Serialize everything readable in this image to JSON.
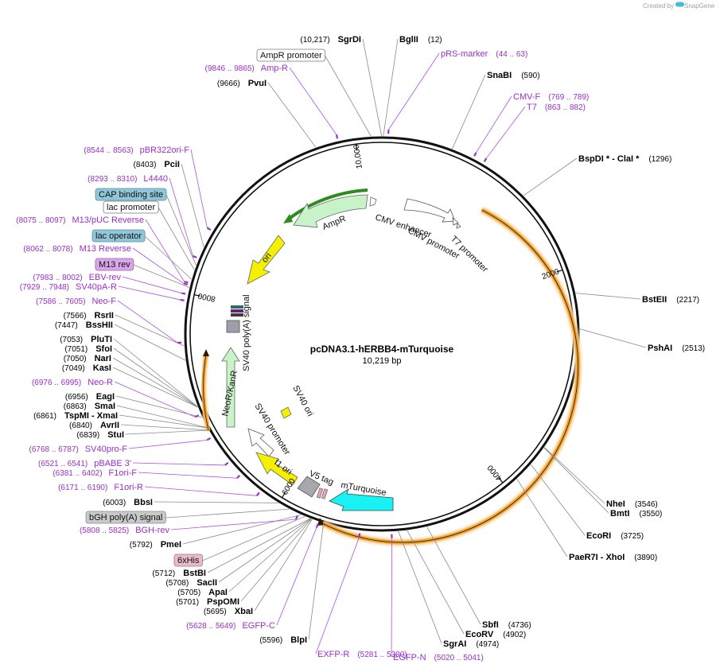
{
  "brand": {
    "created_by": "Created by",
    "name": "SnapGene"
  },
  "plasmid": {
    "name": "pcDNA3.1-hERBB4-mTurquoise",
    "size_label": "10,219 bp",
    "length": 10219
  },
  "ticks": [
    {
      "pos": 2000,
      "label": "2000"
    },
    {
      "pos": 4000,
      "label": "4000"
    },
    {
      "pos": 6000,
      "label": "6000"
    },
    {
      "pos": 8000,
      "label": "8000"
    },
    {
      "pos": 10000,
      "label": "10,000"
    }
  ],
  "sites": [
    {
      "name": "SgrDI",
      "pos": "(10,217)",
      "at": 10217
    },
    {
      "name": "BglII",
      "pos": "(12)",
      "at": 12
    },
    {
      "name": "PvuI",
      "pos": "(9666)",
      "at": 9666
    },
    {
      "name": "SnaBI",
      "pos": "(590)",
      "at": 590
    },
    {
      "name": "BspDI * - ClaI *",
      "pos": "(1296)",
      "at": 1296
    },
    {
      "name": "BstEII",
      "pos": "(2217)",
      "at": 2217
    },
    {
      "name": "PshAI",
      "pos": "(2513)",
      "at": 2513
    },
    {
      "name": "NheI",
      "pos": "(3546)",
      "at": 3546
    },
    {
      "name": "BmtI",
      "pos": "(3550)",
      "at": 3550
    },
    {
      "name": "EcoRI",
      "pos": "(3725)",
      "at": 3725
    },
    {
      "name": "PaeR7I - XhoI",
      "pos": "(3890)",
      "at": 3890
    },
    {
      "name": "SbfI",
      "pos": "(4736)",
      "at": 4736
    },
    {
      "name": "EcoRV",
      "pos": "(4902)",
      "at": 4902
    },
    {
      "name": "SgrAI",
      "pos": "(4974)",
      "at": 4974
    },
    {
      "name": "BlpI",
      "pos": "(5596)",
      "at": 5596
    },
    {
      "name": "XbaI",
      "pos": "(5695)",
      "at": 5695
    },
    {
      "name": "PspOMI",
      "pos": "(5701)",
      "at": 5701
    },
    {
      "name": "ApaI",
      "pos": "(5705)",
      "at": 5705
    },
    {
      "name": "SacII",
      "pos": "(5708)",
      "at": 5708
    },
    {
      "name": "BstBI",
      "pos": "(5712)",
      "at": 5712
    },
    {
      "name": "PmeI",
      "pos": "(5792)",
      "at": 5792
    },
    {
      "name": "BbsI",
      "pos": "(6003)",
      "at": 6003
    },
    {
      "name": "StuI",
      "pos": "(6839)",
      "at": 6839
    },
    {
      "name": "AvrII",
      "pos": "(6840)",
      "at": 6840
    },
    {
      "name": "TspMI - XmaI",
      "pos": "(6861)",
      "at": 6861
    },
    {
      "name": "SmaI",
      "pos": "(6863)",
      "at": 6863
    },
    {
      "name": "EagI",
      "pos": "(6956)",
      "at": 6956
    },
    {
      "name": "KasI",
      "pos": "(7049)",
      "at": 7049
    },
    {
      "name": "NarI",
      "pos": "(7050)",
      "at": 7050
    },
    {
      "name": "SfoI",
      "pos": "(7051)",
      "at": 7051
    },
    {
      "name": "PluTI",
      "pos": "(7053)",
      "at": 7053
    },
    {
      "name": "BssHII",
      "pos": "(7447)",
      "at": 7447
    },
    {
      "name": "RsrII",
      "pos": "(7566)",
      "at": 7566
    },
    {
      "name": "PciI",
      "pos": "(8403)",
      "at": 8403
    }
  ],
  "primers": [
    {
      "name": "pRS-marker",
      "pos": "(44 .. 63)",
      "at": 53
    },
    {
      "name": "Amp-R",
      "pos": "(9846 .. 9865)",
      "at": 9855
    },
    {
      "name": "CMV-F",
      "pos": "(769 .. 789)",
      "at": 779
    },
    {
      "name": "T7",
      "pos": "(863 .. 882)",
      "at": 872
    },
    {
      "name": "pBR322ori-F",
      "pos": "(8544 .. 8563)",
      "at": 8553
    },
    {
      "name": "L4440",
      "pos": "(8293 .. 8310)",
      "at": 8301
    },
    {
      "name": "M13/pUC Reverse",
      "pos": "(8075 .. 8097)",
      "at": 8086
    },
    {
      "name": "M13 Reverse",
      "pos": "(8062 .. 8078)",
      "at": 8070
    },
    {
      "name": "EBV-rev",
      "pos": "(7983 .. 8002)",
      "at": 7992
    },
    {
      "name": "SV40pA-R",
      "pos": "(7929 .. 7948)",
      "at": 7938
    },
    {
      "name": "Neo-F",
      "pos": "(7586 .. 7605)",
      "at": 7595
    },
    {
      "name": "Neo-R",
      "pos": "(6976 .. 6995)",
      "at": 6985
    },
    {
      "name": "SV40pro-F",
      "pos": "(6768 .. 6787)",
      "at": 6777
    },
    {
      "name": "pBABE 3'",
      "pos": "(6521 .. 6541)",
      "at": 6531
    },
    {
      "name": "F1ori-F",
      "pos": "(6381 .. 6402)",
      "at": 6391
    },
    {
      "name": "F1ori-R",
      "pos": "(6171 .. 6190)",
      "at": 6180
    },
    {
      "name": "BGH-rev",
      "pos": "(5808 .. 5825)",
      "at": 5816
    },
    {
      "name": "EGFP-C",
      "pos": "(5628 .. 5649)",
      "at": 5638
    },
    {
      "name": "EXFP-R",
      "pos": "(5281 .. 5300)",
      "at": 5290
    },
    {
      "name": "EGFP-N",
      "pos": "(5020 .. 5041)",
      "at": 5030
    }
  ],
  "boxed_features": [
    {
      "name": "AmpR promoter",
      "fill": "#ffffff",
      "stroke": "#7a7a7a",
      "at": 10130
    },
    {
      "name": "CAP binding site",
      "fill": "#8fc6d8",
      "stroke": "#5b8fa1",
      "at": 8240
    },
    {
      "name": "lac promoter",
      "fill": "#ffffff",
      "stroke": "#7a7a7a",
      "at": 8200
    },
    {
      "name": "lac operator",
      "fill": "#8fc6d8",
      "stroke": "#5b8fa1",
      "at": 8120
    },
    {
      "name": "M13 rev",
      "fill": "#d9a6e8",
      "stroke": "#9a5fb0",
      "at": 8050
    },
    {
      "name": "bGH poly(A) signal",
      "fill": "#c9c9c9",
      "stroke": "#8a8a8a",
      "at": 5900
    },
    {
      "name": "6xHis",
      "fill": "#e7bcc6",
      "stroke": "#a07580",
      "at": 5760
    }
  ],
  "features": {
    "ampr": "AmpR",
    "ori": "ori",
    "cmv_enhancer": "CMV enhancer",
    "cmv_promoter": "CMV promoter",
    "t7_promoter": "T7 promoter",
    "sv40_polya": "SV40 poly(A) signal",
    "neo_kan": "NeoR/KanR",
    "sv40_ori": "SV40 ori",
    "sv40_promoter": "SV40 promoter",
    "f1_ori": "f1 ori",
    "v5_tag": "V5 tag",
    "mturquoise": "mTurquoise"
  },
  "colors": {
    "backbone": "#111111",
    "orf": "#f3a633",
    "ampr": "#c8f3c8",
    "ori": "#f4f000",
    "primer": "#9a2fc9",
    "mturquoise": "#18f2f2"
  }
}
